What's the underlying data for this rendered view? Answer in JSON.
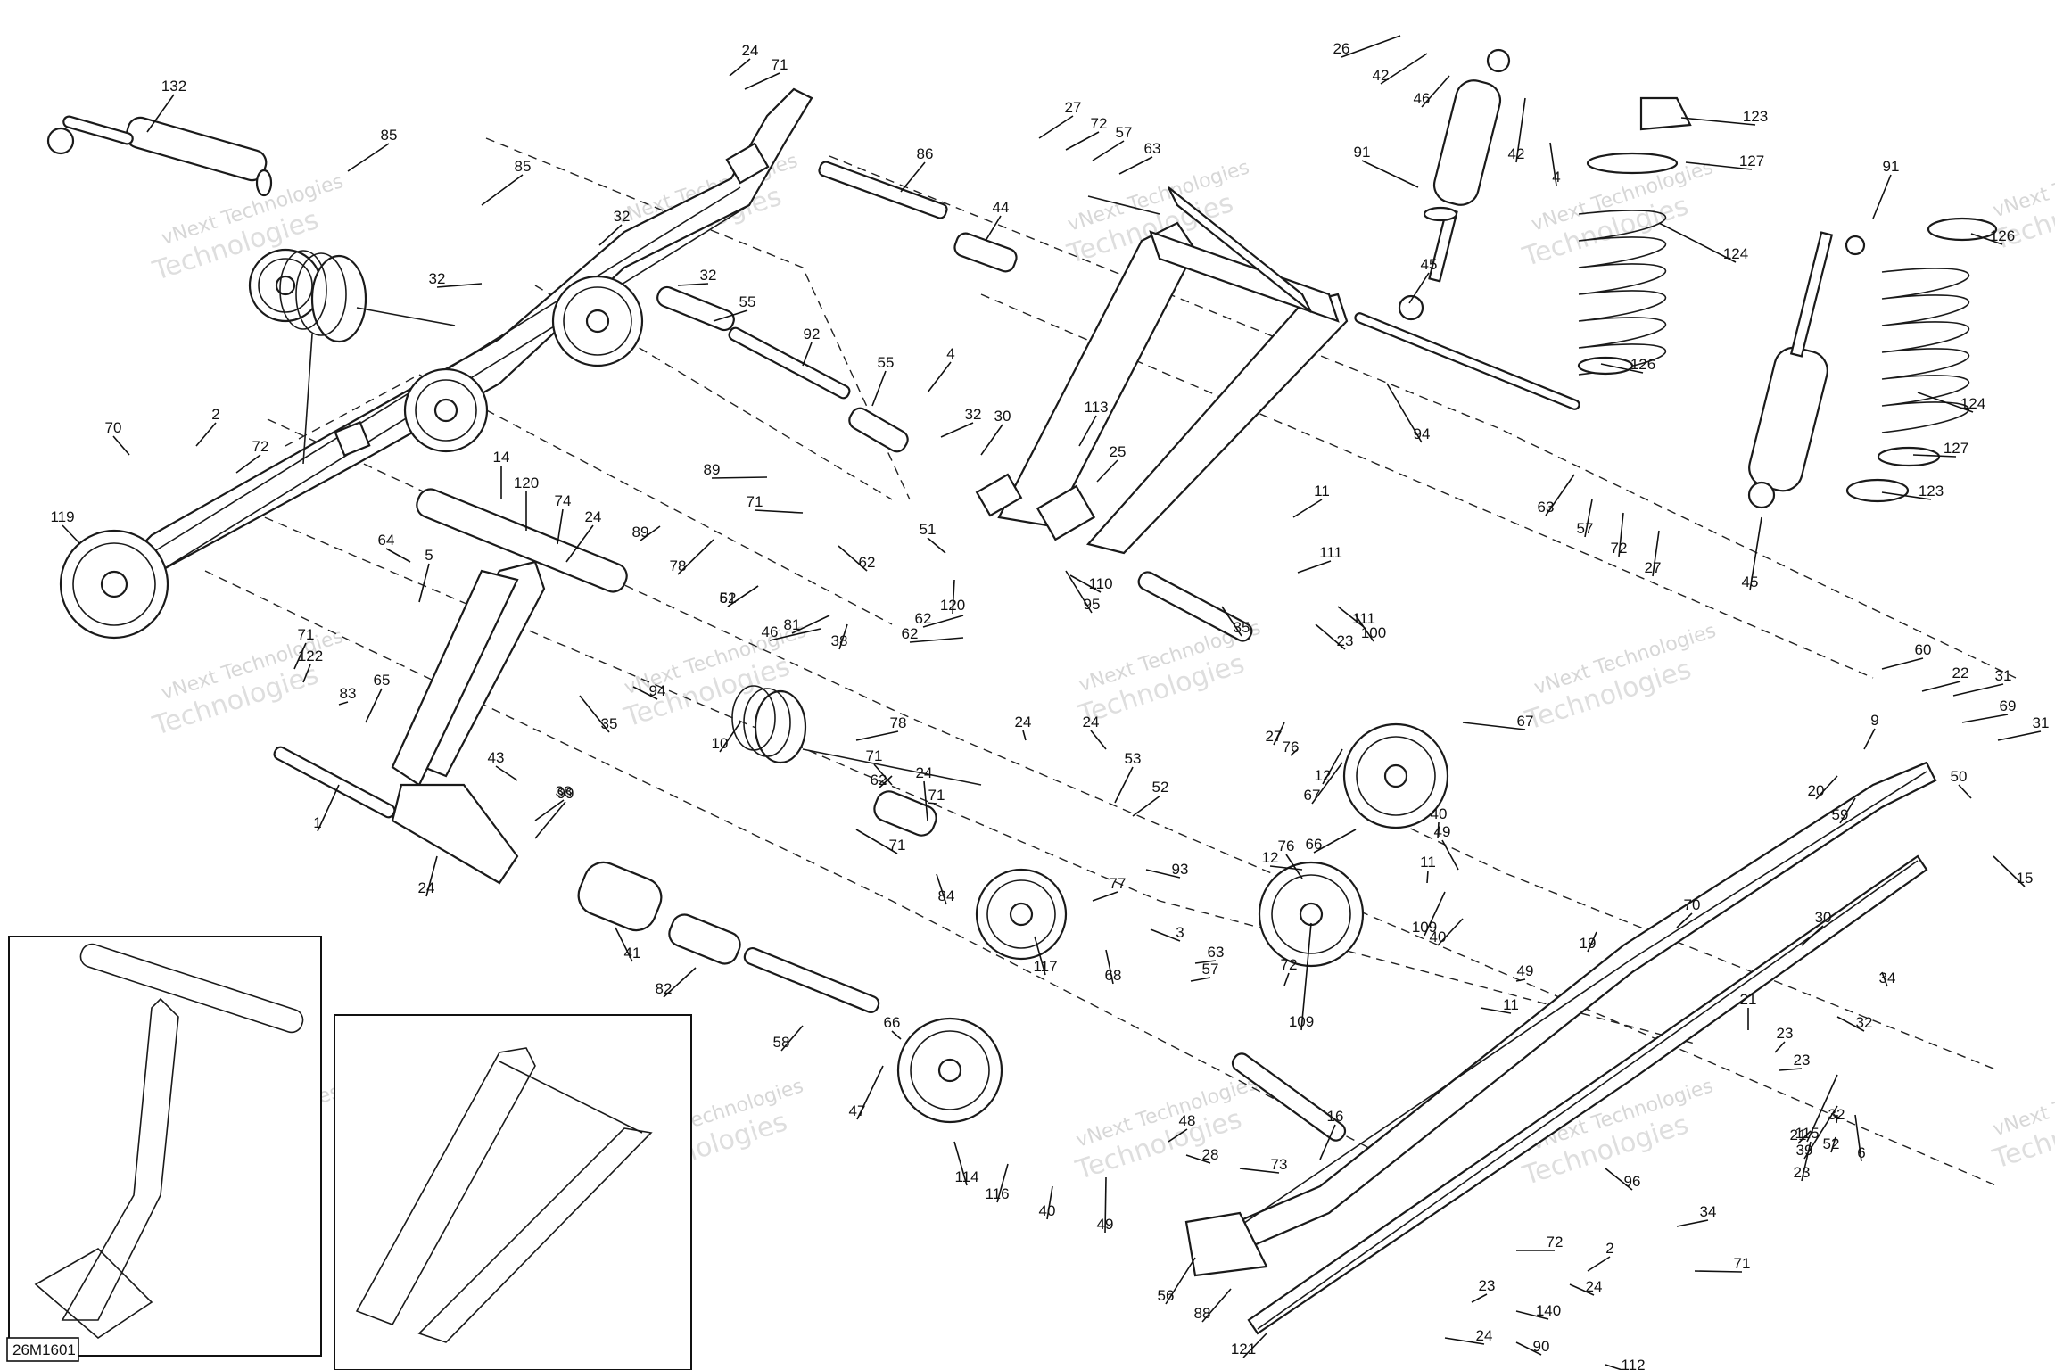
{
  "diagram": {
    "code": "26M1601",
    "watermark": [
      "vNext Technologies",
      "Technologies"
    ],
    "callouts": [
      "132",
      "24",
      "71",
      "85",
      "85",
      "86",
      "27",
      "72",
      "57",
      "63",
      "44",
      "26",
      "42",
      "46",
      "42",
      "4",
      "91",
      "123",
      "127",
      "124",
      "126",
      "45",
      "91",
      "126",
      "124",
      "127",
      "123",
      "45",
      "32",
      "32",
      "32",
      "55",
      "92",
      "55",
      "4",
      "32",
      "30",
      "113",
      "25",
      "94",
      "63",
      "57",
      "72",
      "27",
      "2",
      "72",
      "70",
      "119",
      "14",
      "120",
      "74",
      "24",
      "89",
      "89",
      "71",
      "78",
      "62",
      "62",
      "51",
      "81",
      "46",
      "120",
      "51",
      "62",
      "62",
      "38",
      "95",
      "110",
      "11",
      "111",
      "111",
      "23",
      "100",
      "35",
      "64",
      "5",
      "71",
      "122",
      "83",
      "65",
      "35",
      "94",
      "10",
      "78",
      "71",
      "24",
      "62",
      "71",
      "24",
      "24",
      "53",
      "52",
      "1",
      "43",
      "38",
      "24",
      "99",
      "71",
      "84",
      "41",
      "82",
      "58",
      "117",
      "77",
      "68",
      "93",
      "3",
      "63",
      "57",
      "72",
      "27",
      "76",
      "12",
      "67",
      "66",
      "76",
      "12",
      "67",
      "40",
      "49",
      "11",
      "109",
      "40",
      "49",
      "11",
      "109",
      "66",
      "47",
      "114",
      "116",
      "40",
      "49",
      "48",
      "28",
      "73",
      "16",
      "56",
      "88",
      "121",
      "60",
      "22",
      "31",
      "69",
      "31",
      "9",
      "20",
      "59",
      "50",
      "15",
      "70",
      "19",
      "30",
      "34",
      "32",
      "21",
      "23",
      "23",
      "115",
      "39",
      "6",
      "32",
      "21",
      "23",
      "52",
      "96",
      "34",
      "72",
      "2",
      "71",
      "24",
      "23",
      "140",
      "24",
      "90",
      "112"
    ]
  }
}
